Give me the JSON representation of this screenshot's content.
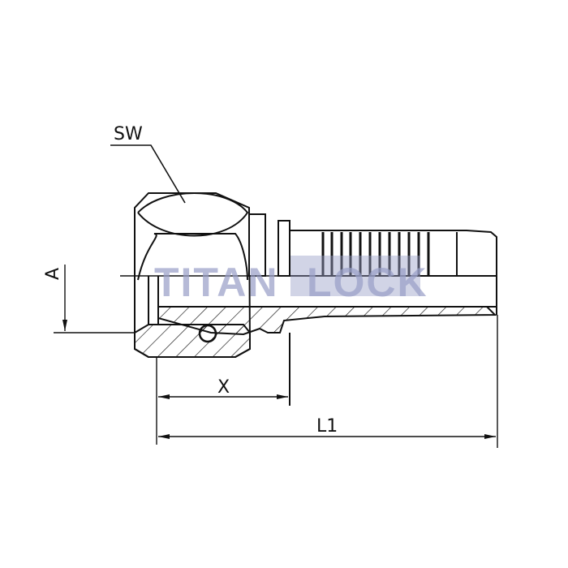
{
  "drawing": {
    "type": "technical drawing",
    "subject": "hydraulic hose fitting (female swivel with O-ring, crimp nipple)",
    "line_color": "#111111",
    "background": "#ffffff"
  },
  "labels": {
    "sw": "SW",
    "a": "A",
    "x": "X",
    "l1": "L1"
  },
  "watermark": {
    "left": "TITAN",
    "right": "LOCK",
    "color": "#9aa0c8"
  }
}
